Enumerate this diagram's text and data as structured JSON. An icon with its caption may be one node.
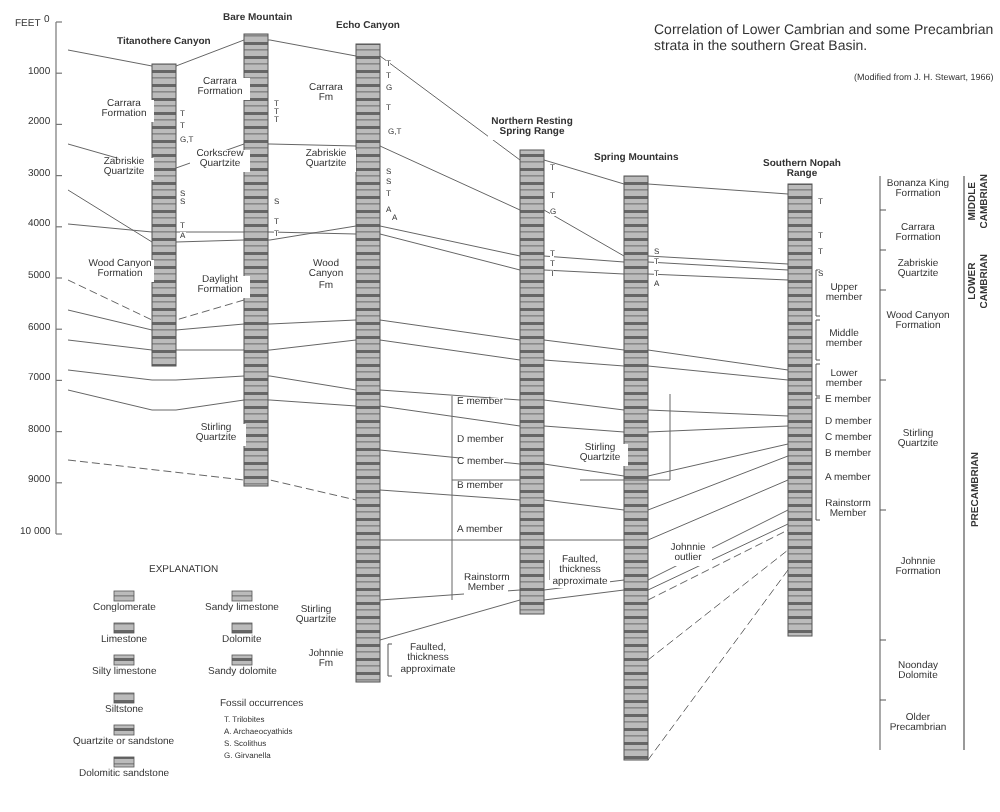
{
  "diagram": {
    "title": "Correlation of Lower Cambrian and some Precambrian strata in the southern Great Basin.",
    "caption": "(Modified from J. H. Stewart, 1966)",
    "labels": [
      "FEET",
      "0",
      "1000",
      "2000",
      "3000",
      "4000",
      "5000",
      "6000",
      "7000",
      "8000",
      "9000",
      "10 000",
      "Titanothere Canyon",
      "Bare Mountain",
      "Echo Canyon",
      "Northern Resting Spring Range",
      "Spring Mountains",
      "Southern Nopah Range",
      "Carrara Formation",
      "Zabriskie Quartzite",
      "Wood Canyon Formation",
      "Carrara Formation",
      "Corkscrew Quartzite",
      "Daylight Formation",
      "Stirling Quartzite",
      "Carrara Fm",
      "Zabriskie Quartzite",
      "Wood Canyon Fm",
      "Stirling Quartzite",
      "Johnnie Fm",
      "Faulted, thickness approximate",
      "E member",
      "D member",
      "C member",
      "B member",
      "A member",
      "Rainstorm Member",
      "Faulted, thickness approximate",
      "Stirling Quartzite",
      "Johnnie outlier",
      "Upper member",
      "Middle member",
      "Lower member",
      "E member",
      "D member",
      "C member",
      "B member",
      "A member",
      "Rainstorm Member",
      "Bonanza King Formation",
      "Carrara Formation",
      "Zabriskie Quartzite",
      "Wood Canyon Formation",
      "Stirling Quartzite",
      "Johnnie Formation",
      "Noonday Dolomite",
      "Older Precambrian",
      "MIDDLE CAMBRIAN",
      "LOWER CAMBRIAN",
      "PRECAMBRIAN",
      "EXPLANATION",
      "Fossil occurrences",
      "T. Trilobites",
      "A. Archaeocyathids",
      "S. Scolithus",
      "G. Girvanella",
      "T",
      "T",
      "G,T",
      "S",
      "S",
      "T",
      "A",
      "T",
      "T",
      "T",
      "S",
      "T",
      "T",
      "T",
      "T",
      "G",
      "T",
      "G,T",
      "S",
      "S",
      "T",
      "A",
      "A",
      "T",
      "T",
      "G",
      "T",
      "T",
      "T",
      "S",
      "T",
      "T",
      "A",
      "T",
      "T",
      "T",
      "S"
    ],
    "legend": [
      {
        "text": "Conglomerate"
      },
      {
        "text": "Limestone"
      },
      {
        "text": "Silty limestone"
      },
      {
        "text": "Siltstone"
      },
      {
        "text": "Quartzite or sandstone"
      },
      {
        "text": "Dolomitic sandstone"
      },
      {
        "text": "Sandy limestone"
      },
      {
        "text": "Dolomite"
      },
      {
        "text": "Sandy dolomite"
      }
    ]
  }
}
